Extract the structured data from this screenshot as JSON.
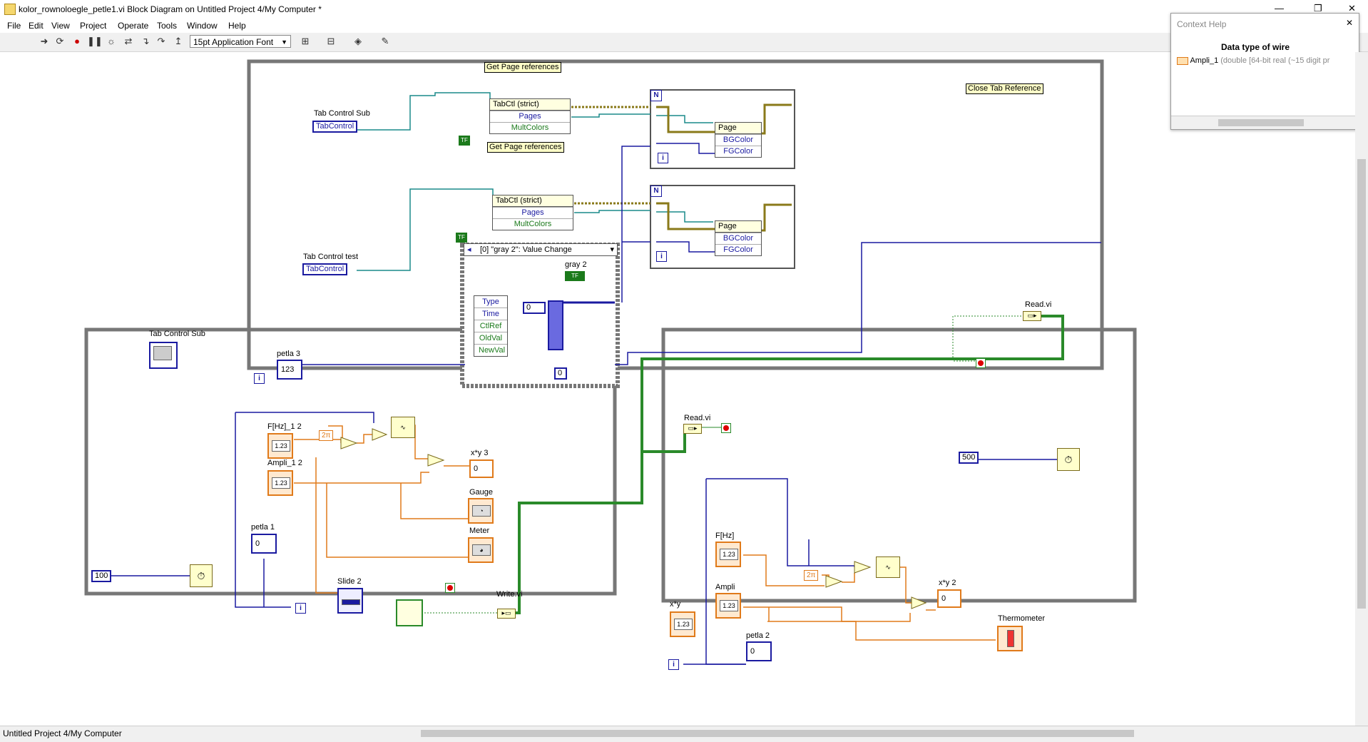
{
  "window": {
    "title": "kolor_rownoloegle_petle1.vi Block Diagram on Untitled Project 4/My Computer *",
    "minimize": "—",
    "maximize": "❐",
    "close": "✕"
  },
  "menu": [
    "File",
    "Edit",
    "View",
    "Project",
    "Operate",
    "Tools",
    "Window",
    "Help"
  ],
  "toolbar": {
    "font": "15pt Application Font",
    "icons": [
      "run-arrow-icon",
      "run-continuous-icon",
      "abort-icon",
      "pause-icon",
      "highlight-bulb-icon",
      "retain-wire-icon",
      "step-into-icon",
      "step-over-icon",
      "step-out-icon",
      "align-icon",
      "distribute-icon",
      "reorder-icon",
      "cleanup-icon"
    ]
  },
  "context_help": {
    "title": "Context Help",
    "heading": "Data type of wire",
    "wire_name": "Ampli_1",
    "wire_desc": "(double [64-bit real (~15 digit pr"
  },
  "status": {
    "project": "Untitled Project 4/My Computer"
  },
  "diagram": {
    "top_loop": {
      "get_page_1": "Get Page references",
      "get_page_2": "Get Page references",
      "close_tab": "Close Tab Reference",
      "tab_sub_label": "Tab Control Sub",
      "tab_test_label": "Tab Control test",
      "tabcontrol_ref": "TabControl",
      "tabctl": "TabCtl (strict)",
      "pages": "Pages",
      "multcolors": "MultColors",
      "page": "Page",
      "bgcolor": "BGColor",
      "fgcolor": "FGColor",
      "event_case": "[0] \"gray 2\": Value Change",
      "gray2": "gray 2",
      "event_fields": [
        "Type",
        "Time",
        "CtlRef",
        "OldVal",
        "NewVal"
      ],
      "petla3": "petla 3",
      "read_vi": "Read.vi",
      "zero": "0",
      "loop_n": "N",
      "loop_i": "i"
    },
    "tab_control_sub_outside": "Tab Control Sub",
    "left_loop": {
      "fhz": "F[Hz]_1 2",
      "ampli": "Ampli_1 2",
      "two_pi": "2π",
      "xy3": "x*y 3",
      "gauge": "Gauge",
      "meter": "Meter",
      "petla1": "petla 1",
      "slide2": "Slide 2",
      "write_vi": "Write.vi",
      "wait_const": "100",
      "zero": "0"
    },
    "right_loop": {
      "read_vi": "Read.vi",
      "wait_const": "500",
      "fhz": "F[Hz]",
      "ampli": "Ampli",
      "two_pi": "2π",
      "xy": "x*y",
      "xy2": "x*y 2",
      "thermometer": "Thermometer",
      "petla2": "petla 2",
      "zero": "0"
    }
  }
}
